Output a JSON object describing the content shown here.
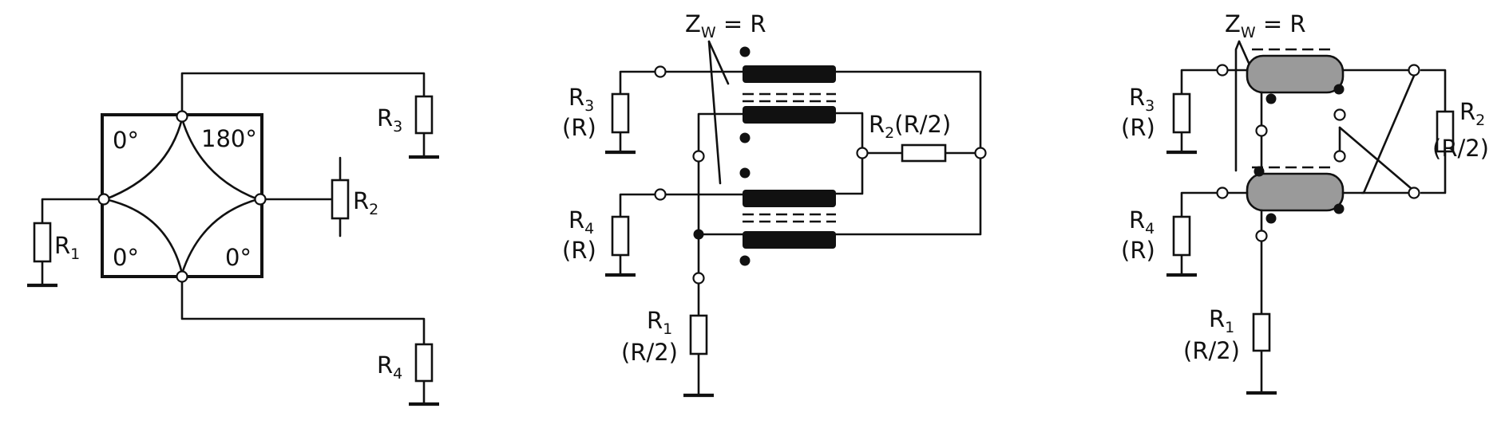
{
  "diagram_a": {
    "phase_top_left": "0°",
    "phase_top_right": "180°",
    "phase_bottom_left": "0°",
    "phase_bottom_right": "0°",
    "r1": {
      "main": "R",
      "sub": "1"
    },
    "r2": {
      "main": "R",
      "sub": "2"
    },
    "r3": {
      "main": "R",
      "sub": "3"
    },
    "r4": {
      "main": "R",
      "sub": "4"
    }
  },
  "diagram_b": {
    "zw": {
      "main": "Z",
      "sub": "W",
      "eq": " = R"
    },
    "r3": {
      "main": "R",
      "sub": "3",
      "value": "(R)"
    },
    "r4": {
      "main": "R",
      "sub": "4",
      "value": "(R)"
    },
    "r2": {
      "main": "R",
      "sub": "2",
      "value": "(R/2)"
    },
    "r1": {
      "main": "R",
      "sub": "1",
      "value": "(R/2)"
    }
  },
  "diagram_c": {
    "zw": {
      "main": "Z",
      "sub": "W",
      "eq": " = R"
    },
    "r3": {
      "main": "R",
      "sub": "3",
      "value": "(R)"
    },
    "r4": {
      "main": "R",
      "sub": "4",
      "value": "(R)"
    },
    "r2": {
      "main": "R",
      "sub": "2",
      "value": "(R/2)"
    },
    "r1": {
      "main": "R",
      "sub": "1",
      "value": "(R/2)"
    }
  }
}
